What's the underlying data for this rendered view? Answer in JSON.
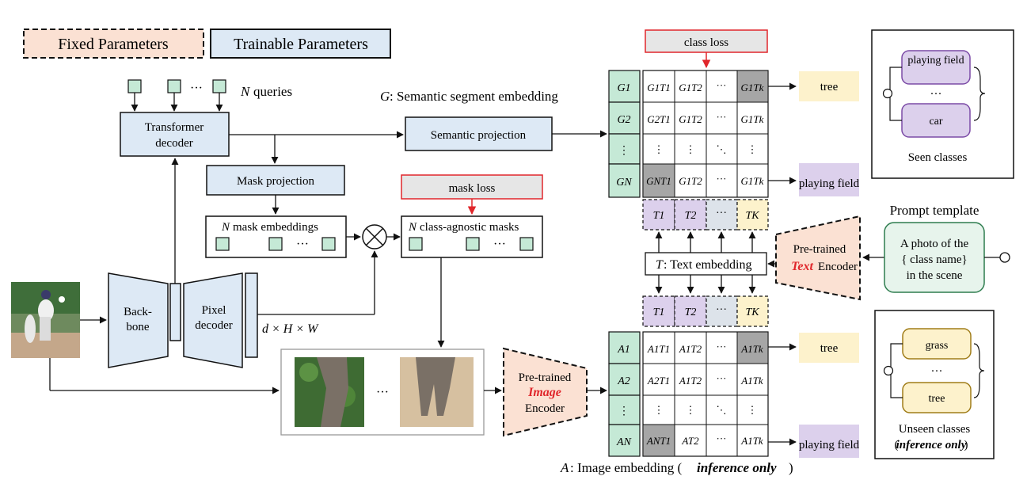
{
  "legend": {
    "fixed": "Fixed Parameters",
    "trainable": "Trainable Parameters"
  },
  "queries": {
    "dots": "···",
    "label": "queries",
    "var": "N"
  },
  "transformer_decoder": {
    "line1": "Transformer",
    "line2": "decoder"
  },
  "semantic_caption": {
    "var": "G",
    "text": ": Semantic segment embedding"
  },
  "semantic_projection": "Semantic projection",
  "mask_projection": "Mask projection",
  "mask_embeddings": {
    "var": "N",
    "text": "mask embeddings",
    "dots": "···"
  },
  "mask_loss": "mask loss",
  "class_agnostic": {
    "var": "N",
    "text": "class-agnostic masks",
    "dots": "···"
  },
  "backbone": {
    "line1": "Back-",
    "line2": "bone"
  },
  "pixel_decoder": {
    "line1": "Pixel",
    "line2": "decoder"
  },
  "feature_dims": "d × H × W",
  "crops_dots": "···",
  "image_encoder": {
    "line1": "Pre-trained",
    "line2": "Image",
    "line3": "Encoder"
  },
  "class_loss": "class loss",
  "g_matrix": {
    "rows": [
      "G1",
      "G2",
      "⋮",
      "GN"
    ],
    "cells": [
      [
        "G1T1",
        "G1T2",
        "···",
        "G1Tk"
      ],
      [
        "G2T1",
        "G1T2",
        "···",
        "G1Tk"
      ],
      [
        "⋮",
        "⋮",
        "⋱",
        "⋮"
      ],
      [
        "GNT1",
        "G1T2",
        "···",
        "G1Tk"
      ]
    ]
  },
  "t_row": [
    "T1",
    "T2",
    "···",
    "TK"
  ],
  "text_embedding": {
    "var": "T",
    "text": ": Text embedding"
  },
  "text_encoder": {
    "line1": "Pre-trained",
    "line2": "Text",
    "line3": "Encoder"
  },
  "a_matrix": {
    "rows": [
      "A1",
      "A2",
      "⋮",
      "AN"
    ],
    "cells": [
      [
        "A1T1",
        "A1T2",
        "···",
        "A1Tk"
      ],
      [
        "A2T1",
        "A1T2",
        "···",
        "A1Tk"
      ],
      [
        "⋮",
        "⋮",
        "⋱",
        "⋮"
      ],
      [
        "ANT1",
        "AT2",
        "···",
        "A1Tk"
      ]
    ]
  },
  "outputs_top": [
    "tree",
    "playing field"
  ],
  "outputs_bottom": [
    "tree",
    "playing field"
  ],
  "image_caption": {
    "var": "A",
    "text": ": Image embedding (",
    "bold": "inference only",
    "end": ")"
  },
  "prompt": {
    "title": "Prompt template",
    "line1": "A photo of the",
    "line2": "{ class name}",
    "line3": "in the scene"
  },
  "seen_panel": {
    "top": "playing field",
    "dots": "···",
    "bottom": "car",
    "caption": "Seen classes"
  },
  "unseen_panel": {
    "top": "grass",
    "dots": "···",
    "bottom": "tree",
    "caption1": "Unseen classes",
    "caption2": "inference only"
  },
  "colors": {
    "fixed_fill": "#fbe1d3",
    "trainable_fill": "#dde9f5",
    "green": "#c5e9d6",
    "purple": "#dcd0ec",
    "yellow": "#fdf2cc",
    "gray": "#a6a6a6",
    "red_loss": "#e0262b"
  }
}
